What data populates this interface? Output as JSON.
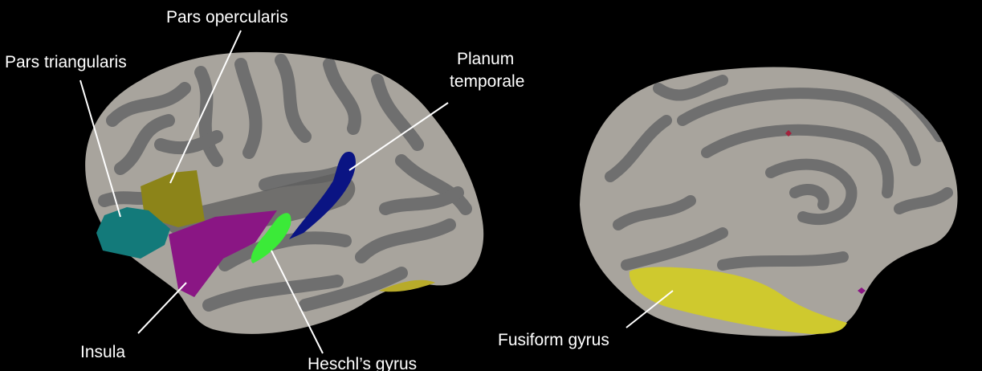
{
  "labels": {
    "pars_opercularis": "Pars opercularis",
    "pars_triangularis": "Pars triangularis",
    "planum_temporale_line1": "Planum",
    "planum_temporale_line2": "temporale",
    "insula": "Insula",
    "heschls_gyrus": "Heschl’s gyrus",
    "fusiform_gyrus": "Fusiform gyrus"
  },
  "colors": {
    "background": "#000000",
    "cortex_gyral": "#a8a49d",
    "cortex_sulcal": "#6f6f6f",
    "pars_opercularis": "#8c8419",
    "pars_triangularis": "#137a7a",
    "insula": "#8a1684",
    "heschls_gyrus": "#3bea38",
    "planum_temporale": "#0a1483",
    "fusiform_gyrus": "#cfc92e",
    "label_text": "#ffffff"
  }
}
